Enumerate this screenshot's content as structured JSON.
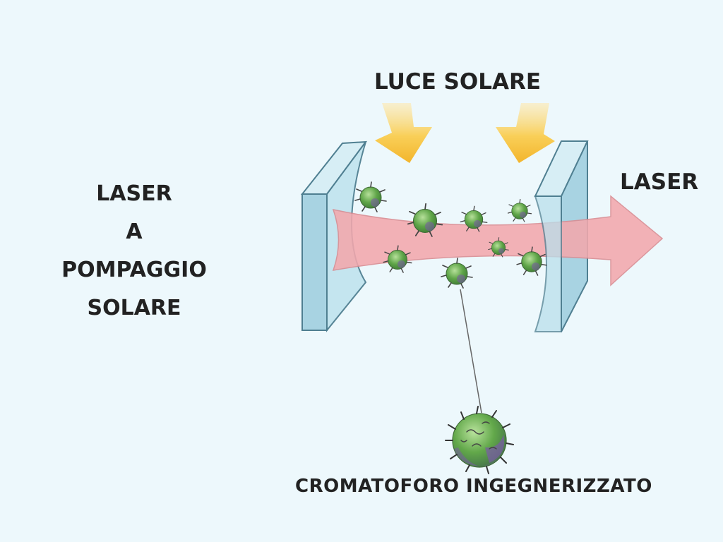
{
  "title_lines": [
    "LASER",
    "A",
    "POMPAGGIO",
    "SOLARE"
  ],
  "labels": {
    "sunlight": "LUCE SOLARE",
    "laser_output": "LASER",
    "chromophore": "CROMATOFORO INGEGNERIZZATO"
  },
  "colors": {
    "background": "#edf8fc",
    "mirror_face": "#bfe3ee",
    "mirror_edge": "#4f7f91",
    "beam": "#f3a8ad",
    "sun_arrow": "#f7c343",
    "chromophore_green": "#5fa548",
    "chromophore_violet": "#7a5aa8"
  },
  "icons": [
    "sunlight-arrow-icon",
    "mirror-icon",
    "laser-beam-icon",
    "chromophore-icon"
  ]
}
